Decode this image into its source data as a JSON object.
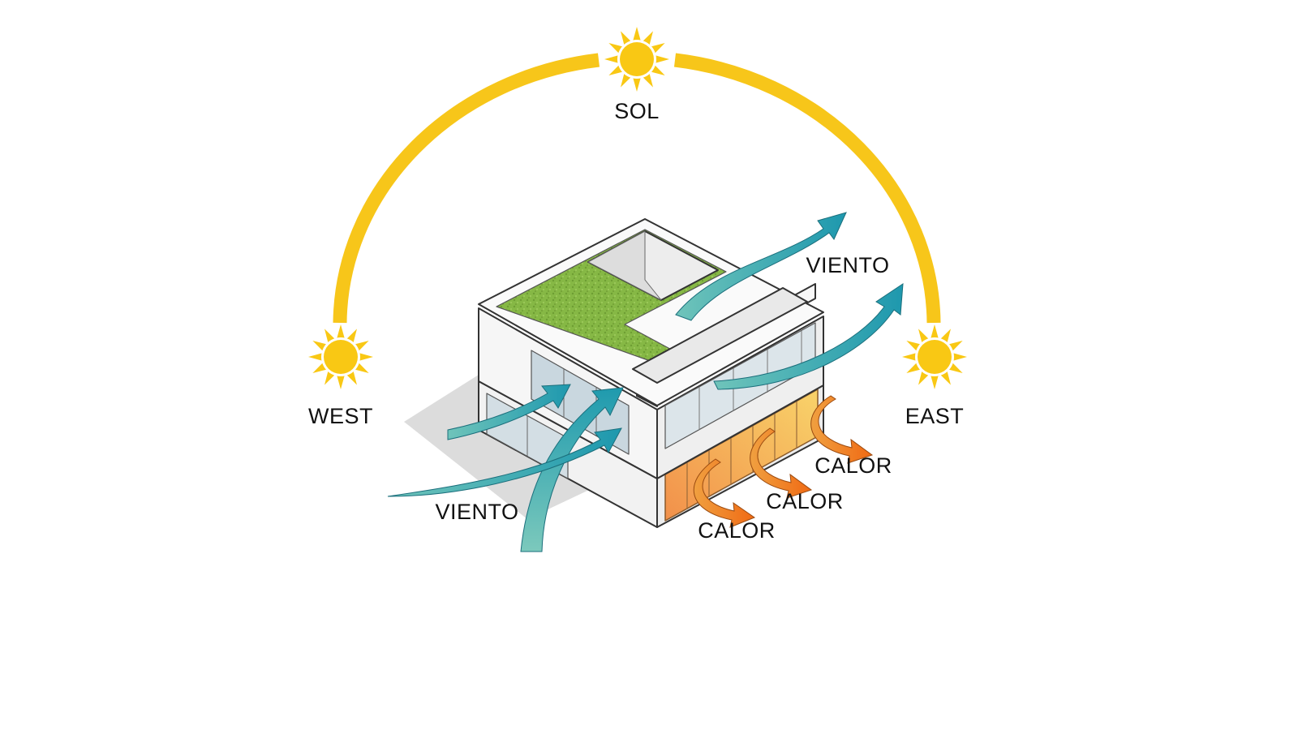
{
  "labels": {
    "sol": "SOL",
    "west": "WEST",
    "east": "EAST",
    "viento_right": "VIENTO",
    "viento_left": "VIENTO",
    "calor_1": "CALOR",
    "calor_2": "CALOR",
    "calor_3": "CALOR"
  },
  "colors": {
    "sun": "#F9C814",
    "sun_path": "#F7C61A",
    "wind": "#2AA3AF",
    "heat": "#F07A1E",
    "heat_glow": "#F7C35A",
    "green_roof": "#7DB13A",
    "building": "#F4F4F4",
    "glass": "#C8D6DE",
    "shadow": "#DDDDDD"
  },
  "icons": [
    "sun-icon",
    "wind-arrow",
    "heat-arrow"
  ]
}
